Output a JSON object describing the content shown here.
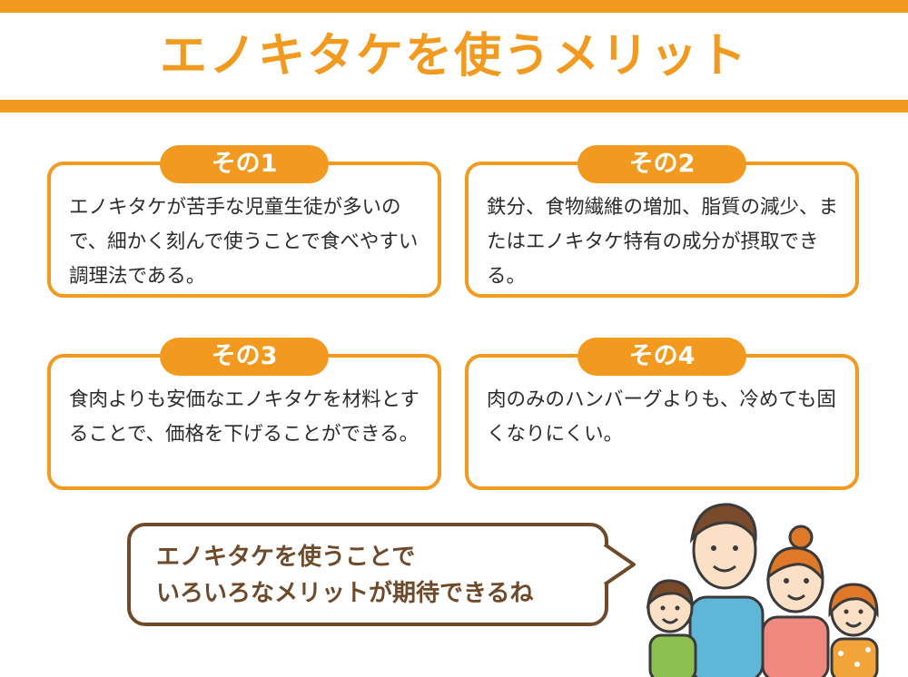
{
  "title": "エノキタケを使うメリット",
  "cards": [
    {
      "label": "その1",
      "text": "エノキタケが苦手な児童生徒が多いので、細かく刻んで使うことで食べやすい調理法である。"
    },
    {
      "label": "その2",
      "text": "鉄分、食物繊維の増加、脂質の減少、またはエノキタケ特有の成分が摂取できる。"
    },
    {
      "label": "その3",
      "text": "食肉よりも安価なエノキタケを材料とすることで、価格を下げることができる。"
    },
    {
      "label": "その4",
      "text": "肉のみのハンバーグよりも、冷めても固くなりにくい。"
    }
  ],
  "bubble": {
    "line1": "エノキタケを使うことで",
    "line2": "いろいろなメリットが期待できるね"
  },
  "colors": {
    "accent": "#f29a1f",
    "bubble": "#6e4a2a"
  },
  "illustration": "family-thinking-illustration"
}
